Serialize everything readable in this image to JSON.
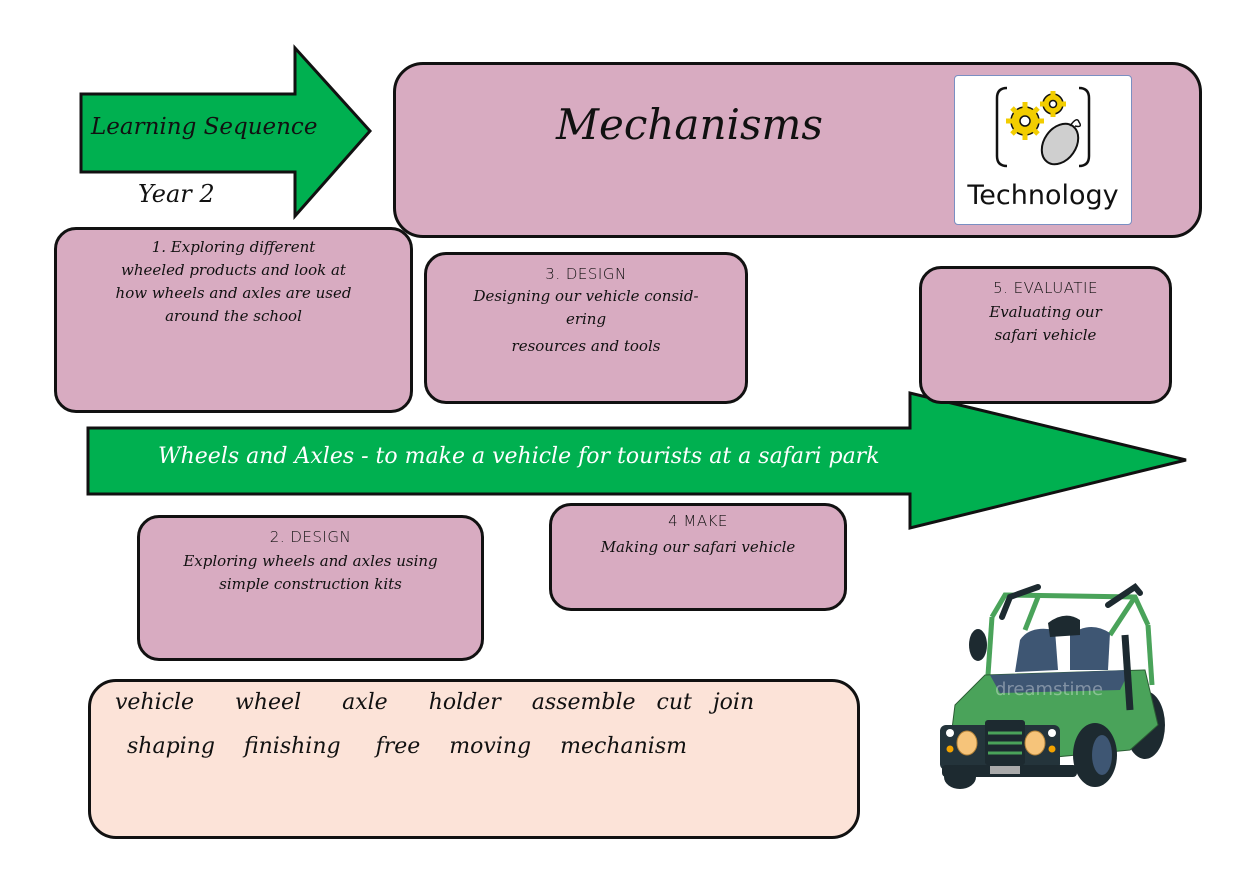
{
  "header": {
    "learning_sequence": "Learning Sequence",
    "year": "Year 2",
    "title": "Mechanisms",
    "logo_label": "Technology",
    "logo_icon": "gears-and-mouse-icon"
  },
  "colors": {
    "arrow_green": "#00b050",
    "card_pink": "#d8abc1",
    "vocab_peach": "#fce3d8",
    "outline": "#111111"
  },
  "steps": [
    {
      "title": "",
      "lines": [
        "1.    Exploring different",
        "wheeled products and look at",
        "how wheels and axles are used",
        "around the school"
      ]
    },
    {
      "title": "2. DESIGN",
      "lines": [
        "Exploring wheels and axles using",
        "simple construction kits"
      ]
    },
    {
      "title": "3. DESIGN",
      "lines": [
        "Designing our vehicle        consid-",
        "ering",
        "resources and tools"
      ]
    },
    {
      "title": "4 MAKE",
      "lines": [
        "Making our safari vehicle"
      ]
    },
    {
      "title": "5. EVALUATIE",
      "lines": [
        "Evaluating our",
        "safari vehicle"
      ]
    }
  ],
  "main_arrow": {
    "text": "Wheels and Axles - to make a vehicle for tourists at a safari park"
  },
  "vocabulary": {
    "row1": [
      "vehicle",
      "wheel",
      "axle",
      "holder",
      "assemble",
      "cut",
      "join"
    ],
    "row2": [
      "shaping",
      "finishing",
      "free",
      "moving",
      "mechanism"
    ]
  },
  "illustration": {
    "name": "safari-jeep",
    "watermark": "dreamstime"
  }
}
